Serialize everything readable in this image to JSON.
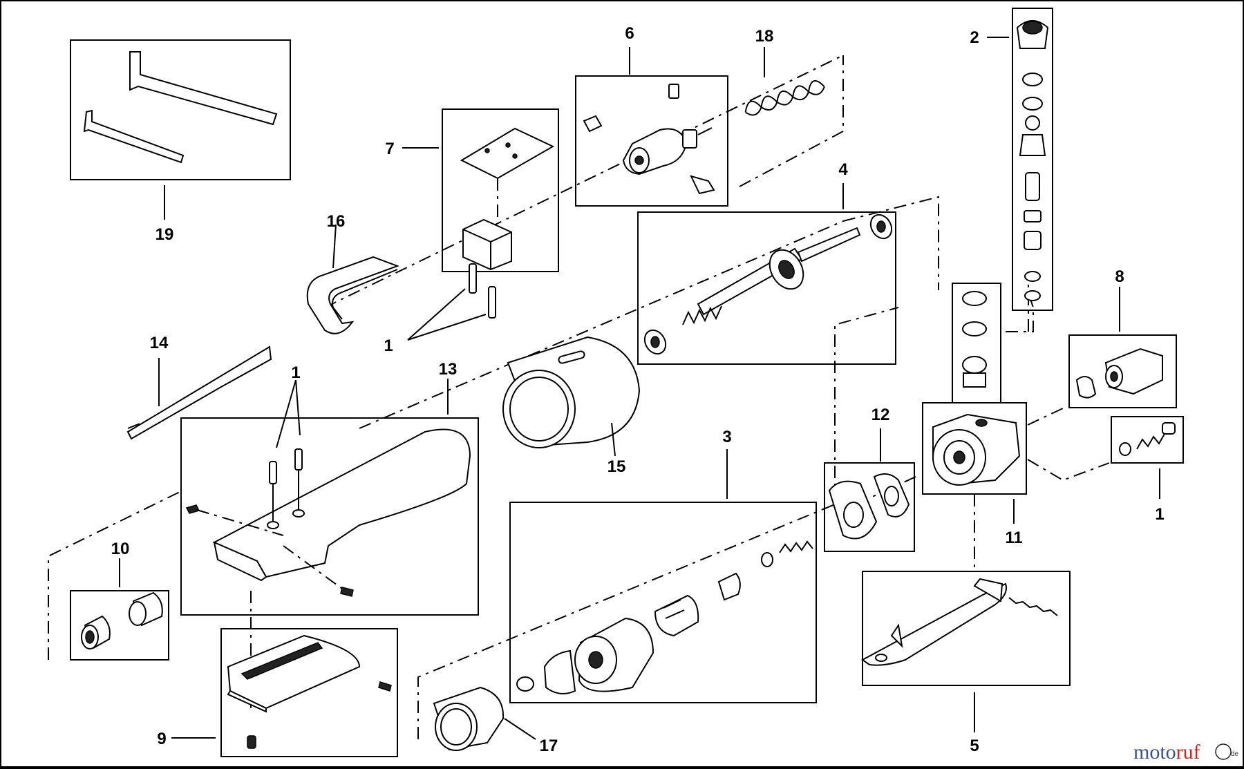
{
  "diagram": {
    "callouts": [
      "1",
      "1",
      "1",
      "2",
      "3",
      "4",
      "5",
      "6",
      "7",
      "8",
      "9",
      "10",
      "11",
      "12",
      "13",
      "14",
      "15",
      "16",
      "17",
      "18",
      "19"
    ],
    "watermark": {
      "part1": "moto",
      "part2": "ruf",
      "suffix": ".de"
    },
    "colors": {
      "line": "#000000",
      "watermark_blue": "#3a4fa0",
      "watermark_red": "#d0251c"
    }
  }
}
